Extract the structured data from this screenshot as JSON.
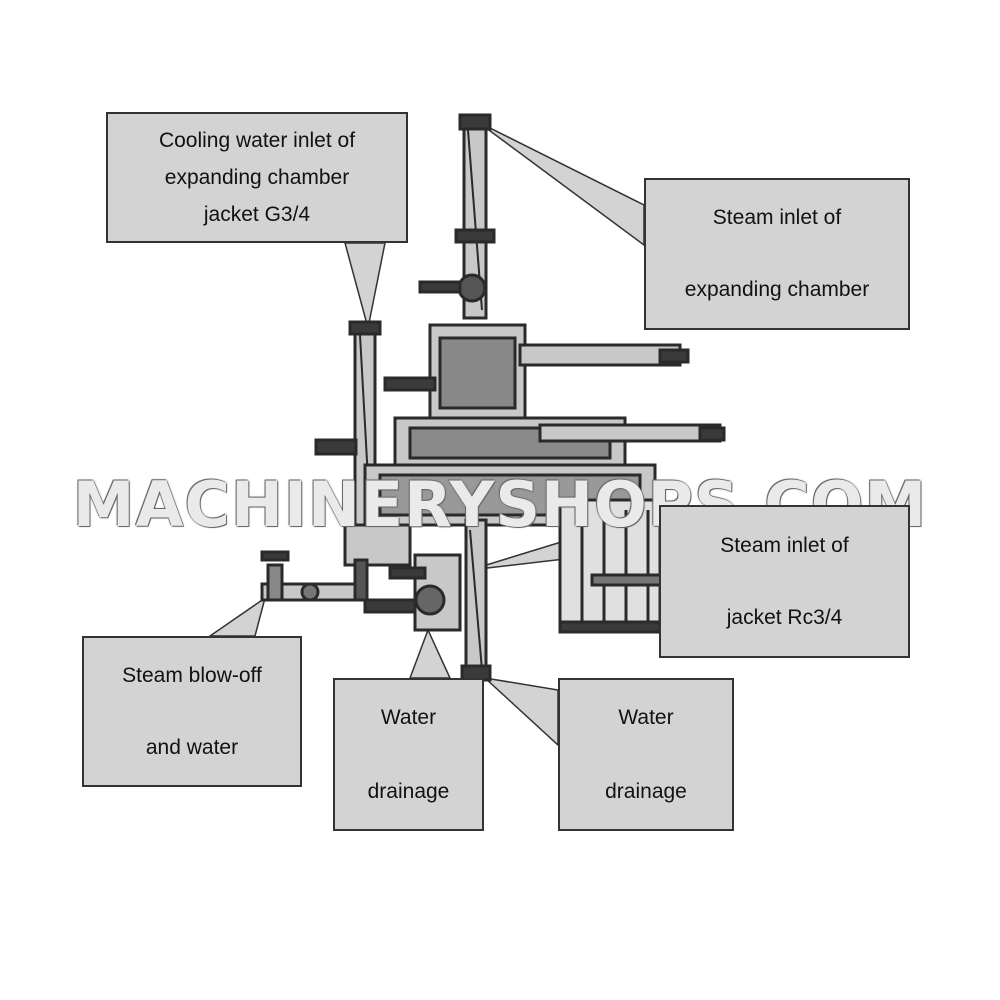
{
  "callouts": {
    "cooling_water_inlet": [
      "Cooling water inlet of",
      "expanding chamber",
      "jacket G3/4"
    ],
    "steam_inlet_expanding": [
      "Steam inlet of",
      "expanding chamber"
    ],
    "steam_inlet_jacket": [
      "Steam inlet of",
      "jacket Rc3/4"
    ],
    "steam_blowoff": [
      "Steam blow-off",
      "and water"
    ],
    "water_drainage_left": [
      "Water",
      "drainage"
    ],
    "water_drainage_right": [
      "Water",
      "drainage"
    ]
  },
  "watermark": "MACHINERYSHOPS.COM",
  "colors": {
    "callout_fill": "#d3d3d3",
    "callout_border": "#333333",
    "machine_fill": "#c8c8c8",
    "machine_dark": "#2a2a2a"
  }
}
